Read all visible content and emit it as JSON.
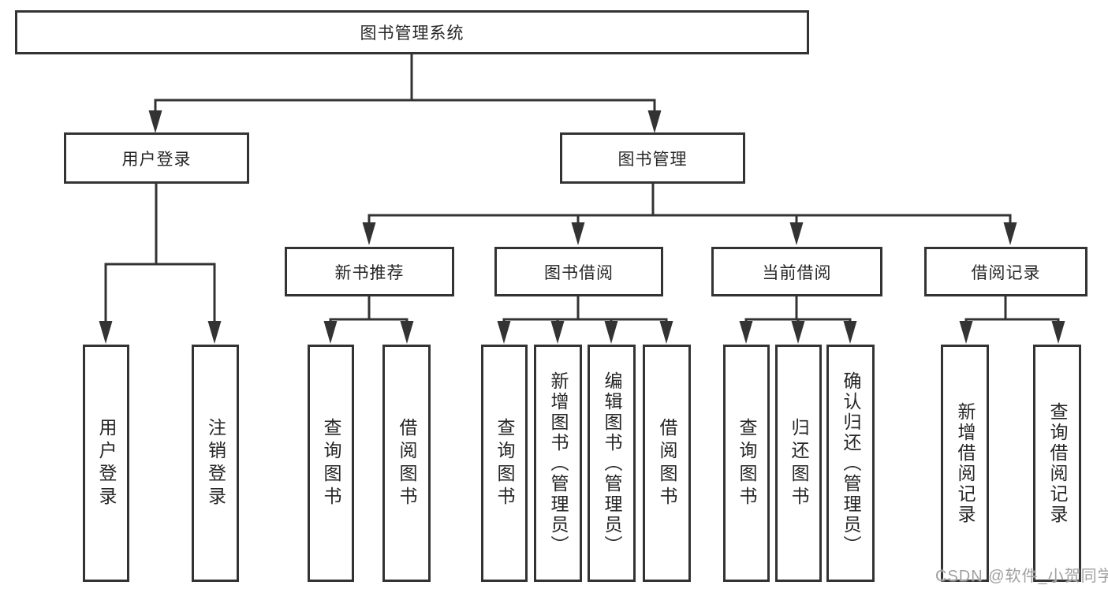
{
  "diagram_title": "图书管理系统",
  "colors": {
    "box_border": "#333333",
    "box_fill": "#ffffff",
    "text": "#262626",
    "connector": "#333333",
    "watermark": "#a0a0a0",
    "background": "#ffffff"
  },
  "nodes": {
    "root": {
      "label": "图书管理系统"
    },
    "user_login": {
      "label": "用户登录"
    },
    "book_mgmt": {
      "label": "图书管理"
    },
    "new_book_rec": {
      "label": "新书推荐"
    },
    "book_borrow": {
      "label": "图书借阅"
    },
    "current_borrow": {
      "label": "当前借阅"
    },
    "borrow_records": {
      "label": "借阅记录"
    },
    "leaf_user_login": {
      "label": "用户登录"
    },
    "leaf_logout": {
      "label": "注销登录"
    },
    "leaf_nbr_query": {
      "label": "查询图书"
    },
    "leaf_nbr_borrow": {
      "label": "借阅图书"
    },
    "leaf_bb_query": {
      "label": "查询图书"
    },
    "leaf_bb_add": {
      "label": "新增图书（管理员）"
    },
    "leaf_bb_edit": {
      "label": "编辑图书（管理员）"
    },
    "leaf_bb_borrow": {
      "label": "借阅图书"
    },
    "leaf_cb_query": {
      "label": "查询图书"
    },
    "leaf_cb_return": {
      "label": "归还图书"
    },
    "leaf_cb_confirm": {
      "label": "确认归还（管理员）"
    },
    "leaf_br_add": {
      "label": "新增借阅记录"
    },
    "leaf_br_query": {
      "label": "查询借阅记录"
    }
  },
  "edges": [
    {
      "from": "root",
      "to": "user_login"
    },
    {
      "from": "root",
      "to": "book_mgmt"
    },
    {
      "from": "user_login",
      "to": "leaf_user_login"
    },
    {
      "from": "user_login",
      "to": "leaf_logout"
    },
    {
      "from": "book_mgmt",
      "to": "new_book_rec"
    },
    {
      "from": "book_mgmt",
      "to": "book_borrow"
    },
    {
      "from": "book_mgmt",
      "to": "current_borrow"
    },
    {
      "from": "book_mgmt",
      "to": "borrow_records"
    },
    {
      "from": "new_book_rec",
      "to": "leaf_nbr_query"
    },
    {
      "from": "new_book_rec",
      "to": "leaf_nbr_borrow"
    },
    {
      "from": "book_borrow",
      "to": "leaf_bb_query"
    },
    {
      "from": "book_borrow",
      "to": "leaf_bb_add"
    },
    {
      "from": "book_borrow",
      "to": "leaf_bb_edit"
    },
    {
      "from": "book_borrow",
      "to": "leaf_bb_borrow"
    },
    {
      "from": "current_borrow",
      "to": "leaf_cb_query"
    },
    {
      "from": "current_borrow",
      "to": "leaf_cb_return"
    },
    {
      "from": "current_borrow",
      "to": "leaf_cb_confirm"
    },
    {
      "from": "borrow_records",
      "to": "leaf_br_add"
    },
    {
      "from": "borrow_records",
      "to": "leaf_br_query"
    }
  ],
  "watermark": {
    "text": "CSDN @软件_小贺同学"
  }
}
